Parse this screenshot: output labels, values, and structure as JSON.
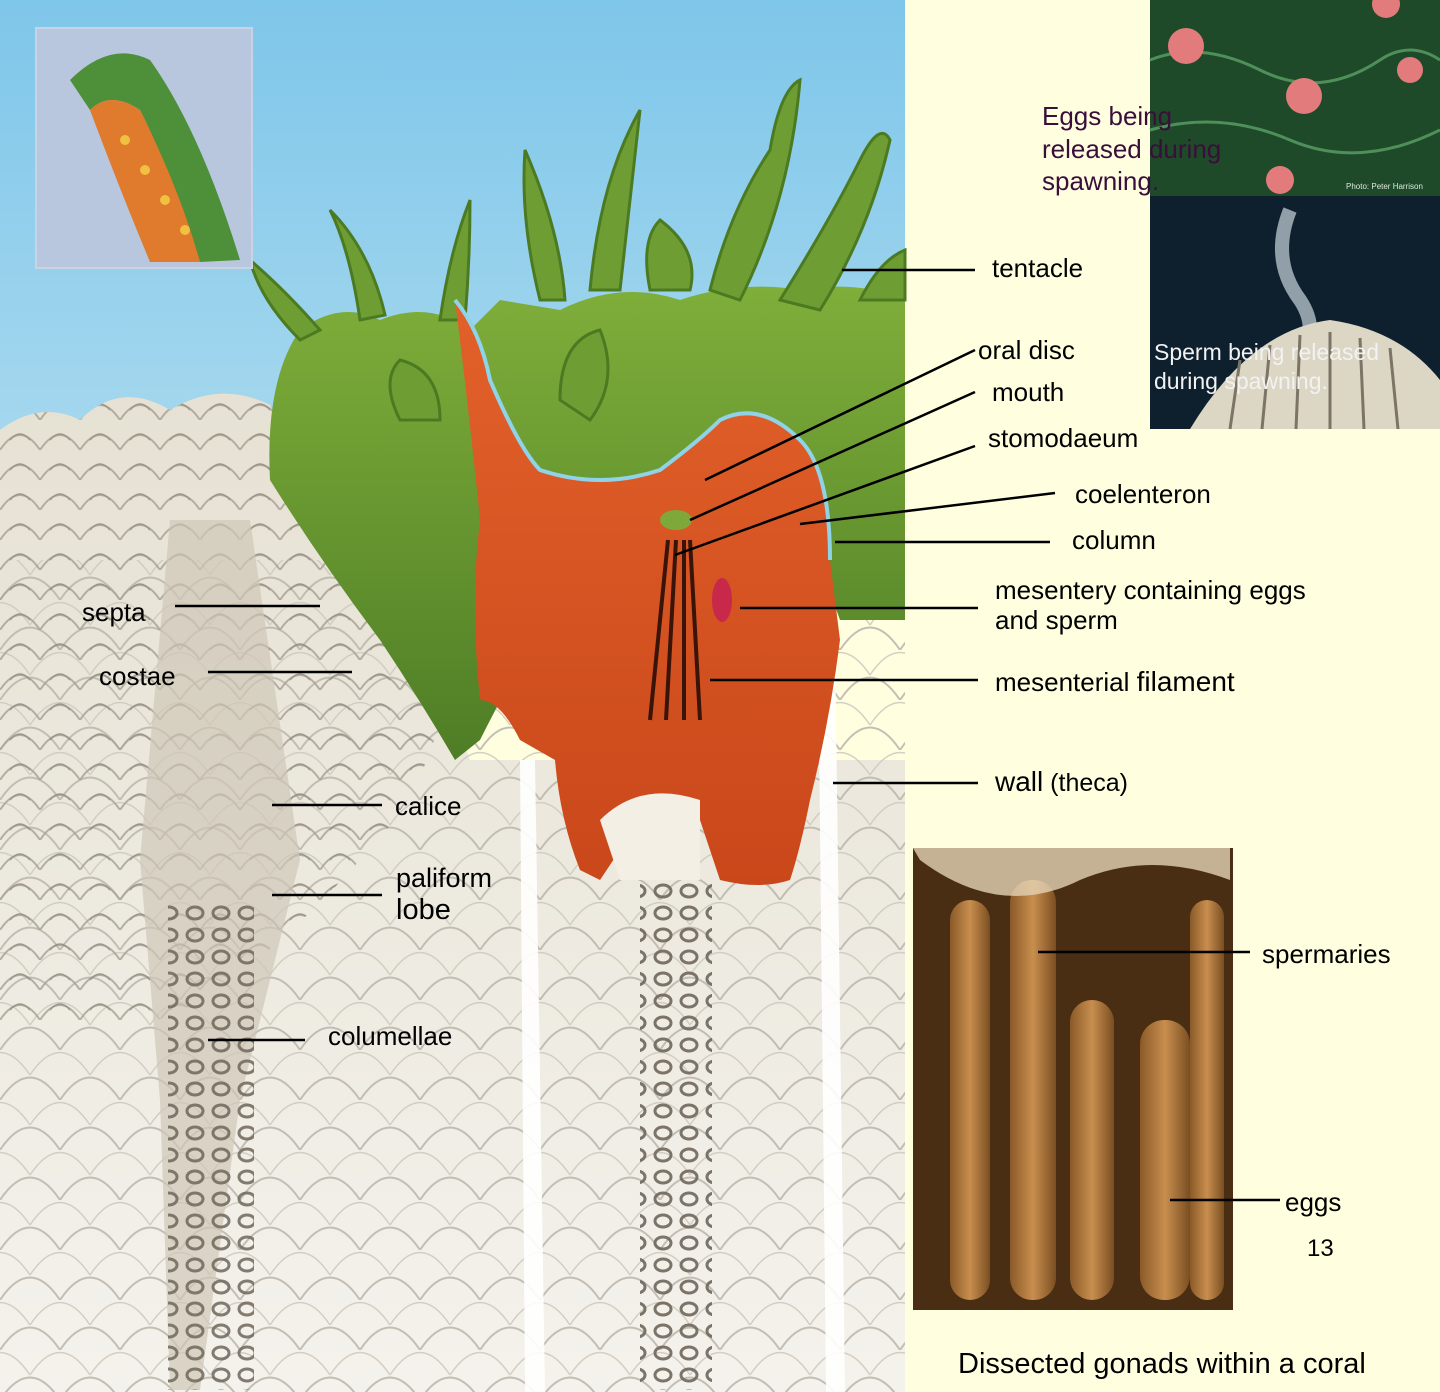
{
  "labels": {
    "tentacle": "tentacle",
    "oral_disc": "oral disc",
    "mouth": "mouth",
    "stomodaeum": "stomodaeum",
    "coelenteron": "coelenteron",
    "column": "column",
    "mesentery": "mesentery containing eggs and sperm",
    "mesenterial_filament_a": "mesenterial ",
    "mesenterial_filament_b": "filament",
    "wall_a": "wall",
    "wall_b": " (theca)",
    "septa": "septa",
    "costae": "costae",
    "calice": "calice",
    "paliform_a": "paliform",
    "paliform_b": "lobe",
    "columellae": "columellae",
    "spermaries": "spermaries",
    "eggs": "eggs"
  },
  "photos": {
    "eggs_caption": "Eggs being released during spawning.",
    "eggs_credit": "Photo: Peter Harrison",
    "sperm_caption": "Sperm being released during spawning.",
    "gonads_caption": "Dissected gonads within a coral"
  },
  "page_number": "13",
  "colors": {
    "sky": "#87CBE8",
    "background": "#FFFFE0",
    "tissue_green": "#5E8F2A",
    "tissue_orange": "#D9501E",
    "skeleton": "#E8E4D8",
    "eggs_caption": "#3A0E3A"
  }
}
